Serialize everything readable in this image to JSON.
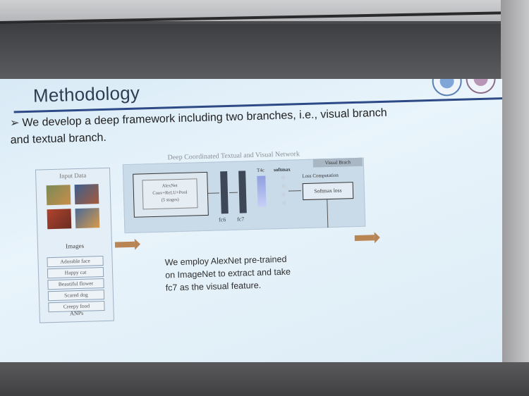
{
  "slide": {
    "title": "Methodology",
    "bullet_line1": "We develop a deep framework including two branches, i.e., visual branch",
    "bullet_line2": "and textual branch.",
    "bullet_marker": "➢"
  },
  "diagram": {
    "title": "Deep Coordinated Textual and Visual Network",
    "input_title": "Input Data",
    "images_label": "Images",
    "anps": [
      "Adorable face",
      "Happy cat",
      "Beautiful flower",
      "Scared dog",
      "Creepy food"
    ],
    "anps_label": "ANPs",
    "visual_branch": "Visual Brach",
    "alexnet_lines": [
      "AlexNet",
      "Conv+ReLU+Pool",
      "(5 stages)"
    ],
    "fc6": "fc6",
    "fc7": "fc7",
    "t4c": "T4c",
    "softmax": "softmax",
    "loss_computation": "Loss Computation",
    "softmax_loss": "Softmax loss"
  },
  "note": {
    "line1": "We employ AlexNet pre-trained",
    "line2": "on ImageNet to extract and take",
    "line3": "fc7 as the visual feature."
  },
  "colors": {
    "slide_bg": "#e3f0f8",
    "title": "#2f3d52",
    "title_rule": "#2e4a86",
    "arrow": "#b98554"
  }
}
